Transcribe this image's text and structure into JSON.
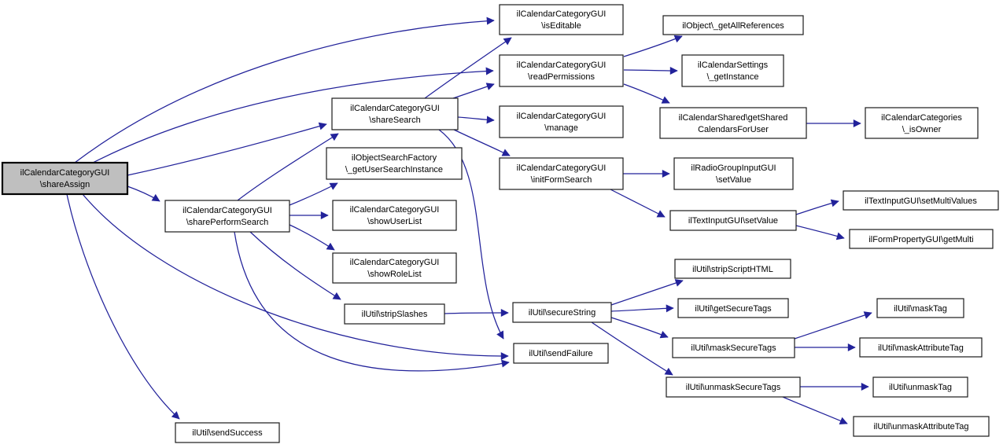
{
  "diagram": {
    "type": "call-graph",
    "root": "ilCalendarCategoryGUI\\shareAssign",
    "colors": {
      "edge": "#22229a",
      "node_fill": "#ffffff",
      "node_border": "#1c1c1c",
      "root_fill": "#bfbfbf",
      "root_border": "#000000",
      "text": "#000000",
      "background": "#ffffff"
    }
  },
  "nodes": {
    "shareAssign": {
      "line1": "ilCalendarCategoryGUI",
      "line2": "\\shareAssign"
    },
    "sharePerformSearch": {
      "line1": "ilCalendarCategoryGUI",
      "line2": "\\sharePerformSearch"
    },
    "shareSearch": {
      "line1": "ilCalendarCategoryGUI",
      "line2": "\\shareSearch"
    },
    "isEditable": {
      "line1": "ilCalendarCategoryGUI",
      "line2": "\\isEditable"
    },
    "readPermissions": {
      "line1": "ilCalendarCategoryGUI",
      "line2": "\\readPermissions"
    },
    "manage": {
      "line1": "ilCalendarCategoryGUI",
      "line2": "\\manage"
    },
    "initFormSearch": {
      "line1": "ilCalendarCategoryGUI",
      "line2": "\\initFormSearch"
    },
    "getAllReferences": {
      "line1": "ilObject\\_getAllReferences"
    },
    "getInstance": {
      "line1": "ilCalendarSettings",
      "line2": "\\_getInstance"
    },
    "getSharedCalendarsForUser": {
      "line1": "ilCalendarShared\\getShared",
      "line2": "CalendarsForUser"
    },
    "isOwner": {
      "line1": "ilCalendarCategories",
      "line2": "\\_isOwner"
    },
    "radioSetValue": {
      "line1": "ilRadioGroupInputGUI",
      "line2": "\\setValue"
    },
    "textSetValue": {
      "line1": "ilTextInputGUI\\setValue"
    },
    "setMultiValues": {
      "line1": "ilTextInputGUI\\setMultiValues"
    },
    "getMulti": {
      "line1": "ilFormPropertyGUI\\getMulti"
    },
    "getUserSearchInstance": {
      "line1": "ilObjectSearchFactory",
      "line2": "\\_getUserSearchInstance"
    },
    "showUserList": {
      "line1": "ilCalendarCategoryGUI",
      "line2": "\\showUserList"
    },
    "showRoleList": {
      "line1": "ilCalendarCategoryGUI",
      "line2": "\\showRoleList"
    },
    "stripSlashes": {
      "line1": "ilUtil\\stripSlashes"
    },
    "secureString": {
      "line1": "ilUtil\\secureString"
    },
    "sendFailure": {
      "line1": "ilUtil\\sendFailure"
    },
    "stripScriptHTML": {
      "line1": "ilUtil\\stripScriptHTML"
    },
    "getSecureTags": {
      "line1": "ilUtil\\getSecureTags"
    },
    "maskSecureTags": {
      "line1": "ilUtil\\maskSecureTags"
    },
    "maskTag": {
      "line1": "ilUtil\\maskTag"
    },
    "maskAttributeTag": {
      "line1": "ilUtil\\maskAttributeTag"
    },
    "unmaskSecureTags": {
      "line1": "ilUtil\\unmaskSecureTags"
    },
    "unmaskTag": {
      "line1": "ilUtil\\unmaskTag"
    },
    "unmaskAttributeTag": {
      "line1": "ilUtil\\unmaskAttributeTag"
    },
    "sendSuccess": {
      "line1": "ilUtil\\sendSuccess"
    }
  },
  "edges": [
    {
      "from": "shareAssign",
      "to": "isEditable"
    },
    {
      "from": "shareAssign",
      "to": "readPermissions"
    },
    {
      "from": "shareAssign",
      "to": "shareSearch"
    },
    {
      "from": "shareAssign",
      "to": "sharePerformSearch"
    },
    {
      "from": "shareAssign",
      "to": "sendFailure"
    },
    {
      "from": "shareAssign",
      "to": "sendSuccess"
    },
    {
      "from": "shareSearch",
      "to": "isEditable"
    },
    {
      "from": "shareSearch",
      "to": "readPermissions"
    },
    {
      "from": "shareSearch",
      "to": "manage"
    },
    {
      "from": "shareSearch",
      "to": "initFormSearch"
    },
    {
      "from": "shareSearch",
      "to": "sendFailure"
    },
    {
      "from": "sharePerformSearch",
      "to": "shareSearch"
    },
    {
      "from": "sharePerformSearch",
      "to": "getUserSearchInstance"
    },
    {
      "from": "sharePerformSearch",
      "to": "showUserList"
    },
    {
      "from": "sharePerformSearch",
      "to": "showRoleList"
    },
    {
      "from": "sharePerformSearch",
      "to": "stripSlashes"
    },
    {
      "from": "sharePerformSearch",
      "to": "sendFailure"
    },
    {
      "from": "readPermissions",
      "to": "getAllReferences"
    },
    {
      "from": "readPermissions",
      "to": "getInstance"
    },
    {
      "from": "readPermissions",
      "to": "getSharedCalendarsForUser"
    },
    {
      "from": "getSharedCalendarsForUser",
      "to": "isOwner"
    },
    {
      "from": "initFormSearch",
      "to": "radioSetValue"
    },
    {
      "from": "initFormSearch",
      "to": "textSetValue"
    },
    {
      "from": "textSetValue",
      "to": "setMultiValues"
    },
    {
      "from": "textSetValue",
      "to": "getMulti"
    },
    {
      "from": "stripSlashes",
      "to": "secureString"
    },
    {
      "from": "secureString",
      "to": "stripScriptHTML"
    },
    {
      "from": "secureString",
      "to": "getSecureTags"
    },
    {
      "from": "secureString",
      "to": "maskSecureTags"
    },
    {
      "from": "secureString",
      "to": "unmaskSecureTags"
    },
    {
      "from": "maskSecureTags",
      "to": "maskTag"
    },
    {
      "from": "maskSecureTags",
      "to": "maskAttributeTag"
    },
    {
      "from": "unmaskSecureTags",
      "to": "unmaskTag"
    },
    {
      "from": "unmaskSecureTags",
      "to": "unmaskAttributeTag"
    }
  ]
}
